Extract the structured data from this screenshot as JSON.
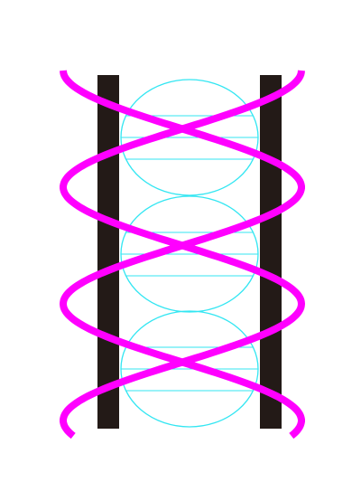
{
  "colors": {
    "background": "#ffffff",
    "helix": "#ff00ff",
    "bar": "#231a17",
    "ellipse": "#33e6f2"
  },
  "diagram": {
    "vertical_bars": 2,
    "ellipses": 3,
    "chords_per_ellipse": 3,
    "helix_strands": 2
  }
}
